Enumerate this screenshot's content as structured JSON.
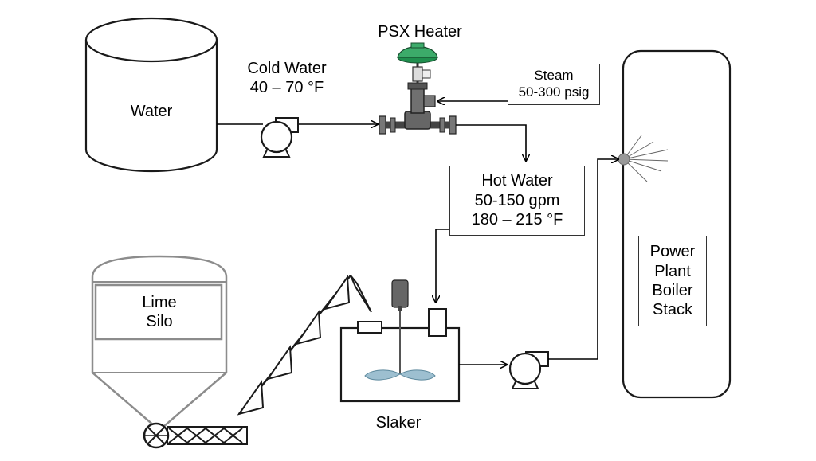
{
  "title": "PSX Heater",
  "labels": {
    "water_tank": "Water",
    "cold_water": [
      "Cold Water",
      "40 – 70 °F"
    ],
    "steam": [
      "Steam",
      "50-300 psig"
    ],
    "hot_water": [
      "Hot Water",
      "50-150 gpm",
      "180 – 215 °F"
    ],
    "lime_silo": [
      "Lime",
      "Silo"
    ],
    "slaker": "Slaker",
    "boiler_stack": [
      "Power",
      "Plant",
      "Boiler",
      "Stack"
    ]
  },
  "colors": {
    "line": "#000000",
    "equipment_outline": "#1a1a1a",
    "silo_gray": "#8c8c8c",
    "heater_green": "#3cab6a",
    "valve_body": "#6e6e6e",
    "agitator_blade": "#9dbfd0",
    "nozzle": "#999999"
  }
}
